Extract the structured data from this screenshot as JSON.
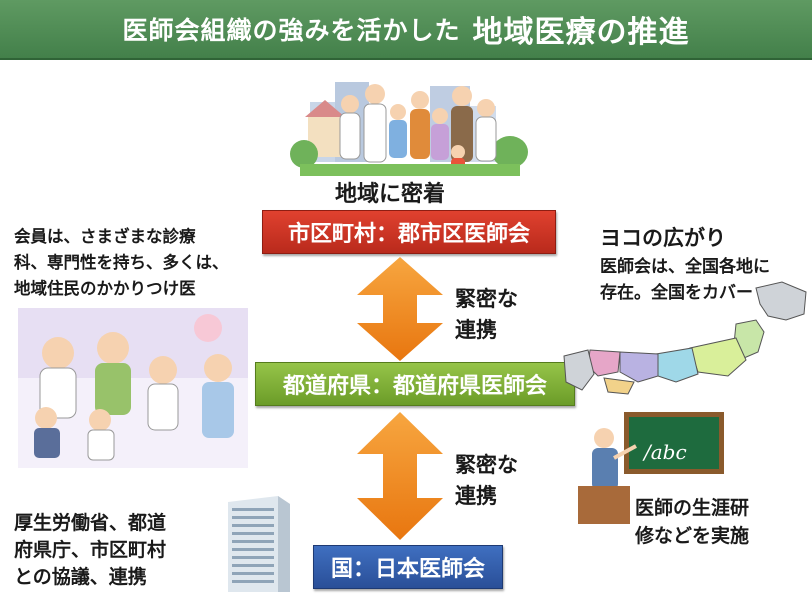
{
  "header": {
    "title_part1": "医師会組織の強みを活かした",
    "title_part2": "地域医療の推進"
  },
  "center": {
    "community_label": "地域に密着",
    "level_city": "市区町村：郡市区医師会",
    "level_prefecture": "都道府県：都道府県医師会",
    "level_national": "国：日本医師会",
    "cooperation_top": [
      "緊密な",
      "連携"
    ],
    "cooperation_bottom": [
      "緊密な",
      "連携"
    ]
  },
  "left": {
    "members_text": [
      "会員は、さまざまな診療",
      "科、専門性を持ち、多くは、",
      "地域住民のかかりつけ医"
    ],
    "ministry_text": [
      "厚生労働省、都道",
      "府県庁、市区町村",
      "との協議、連携"
    ]
  },
  "right": {
    "horizontal_title": "ヨコの広がり",
    "horizontal_text": [
      "医師会は、全国各地に",
      "存在。全国をカバー"
    ],
    "training_text": [
      "医師の生涯研",
      "修などを実施"
    ],
    "blackboard_text": "/abc"
  },
  "colors": {
    "header_green": "#4a8a50",
    "city_red": "#c9301f",
    "prefecture_green": "#7fae34",
    "national_blue": "#3560ad",
    "arrow_orange": "#f08a1c"
  }
}
